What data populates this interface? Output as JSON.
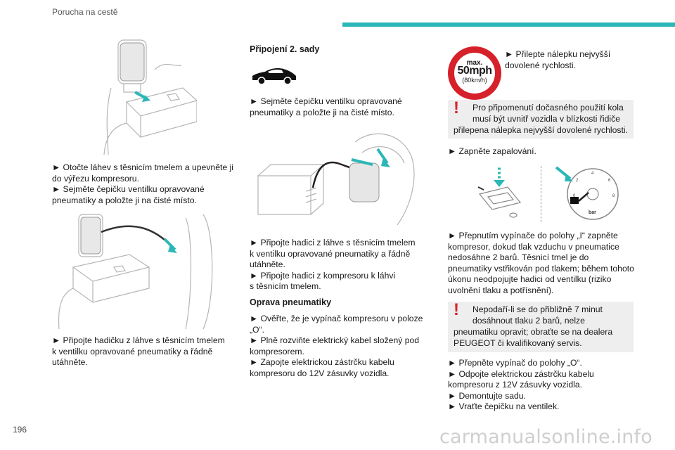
{
  "header": {
    "title": "Porucha na cestě"
  },
  "page_number": "196",
  "watermark": "carmanualsonline.info",
  "col1": {
    "step1": [
      "► Otočte láhev s těsnicím tmelem a upevněte ji",
      "do výřezu kompresoru.",
      "► Sejměte čepičku ventilku opravované",
      "pneumatiky a položte ji na čisté místo."
    ],
    "step2": [
      "► Připojte hadičku z láhve s těsnicím tmelem",
      "k ventilku opravované pneumatiky a řádně",
      "utáhněte."
    ]
  },
  "col2": {
    "heading_set2": "Připojení 2. sady",
    "step3": [
      "► Sejměte čepičku ventilku opravované",
      "pneumatiky a položte ji na čisté místo."
    ],
    "step4": [
      "► Připojte hadici z láhve s těsnicím tmelem",
      "k ventilku opravované pneumatiky a řádně",
      "utáhněte.",
      "► Připojte hadici z kompresoru k láhvi",
      "s těsnicím tmelem."
    ],
    "heading_repair": "Oprava pneumatiky",
    "step5": [
      "► Ověřte, že je vypínač kompresoru v poloze",
      "„O“.",
      "► Plně rozviňte elektrický kabel složený pod",
      "kompresorem.",
      "► Zapojte elektrickou zástrčku kabelu",
      "kompresoru do 12V zásuvky vozidla."
    ]
  },
  "col3": {
    "sign": {
      "max": "max.",
      "speed": "50mph",
      "kmh": "(80km/h)"
    },
    "sticker_text": [
      "► Přilepte nálepku nejvyšší",
      "dovolené rychlosti."
    ],
    "warning1": [
      "Pro připomenutí dočasného použití kola",
      "musí být uvnitř vozidla v blízkosti řidiče",
      "přilepena nálepka nejvyšší dovolené rychlosti."
    ],
    "ignition": "► Zapněte zapalování.",
    "gauge_unit": "bar",
    "gauge_ticks": [
      "0",
      "2",
      "4",
      "6",
      "8"
    ],
    "step6": [
      "► Přepnutím vypínače do polohy „I“ zapněte",
      "kompresor, dokud tlak vzduchu v pneumatice",
      "nedosáhne 2 barů. Těsnicí tmel je do",
      "pneumatiky vstřikován pod tlakem; během tohoto",
      "úkonu neodpojujte hadici od ventilku (riziko",
      "uvolnění tlaku a potřísnění)."
    ],
    "warning2": [
      "Nepodaří-li se do přibližně 7 minut",
      "dosáhnout tlaku 2 barů, nelze",
      "pneumatiku opravit; obraťte se na dealera",
      "PEUGEOT či kvalifikovaný servis."
    ],
    "step7": [
      "► Přepněte vypínač do polohy „O“.",
      "► Odpojte elektrickou zástrčku kabelu",
      "kompresoru z 12V zásuvky vozidla.",
      "► Demontujte sadu.",
      "► Vraťte čepičku na ventilek."
    ]
  },
  "colors": {
    "accent": "#2bb7b7",
    "warning": "#d8232a",
    "sign_red": "#d6202a",
    "box_bg": "#eeeeee"
  }
}
